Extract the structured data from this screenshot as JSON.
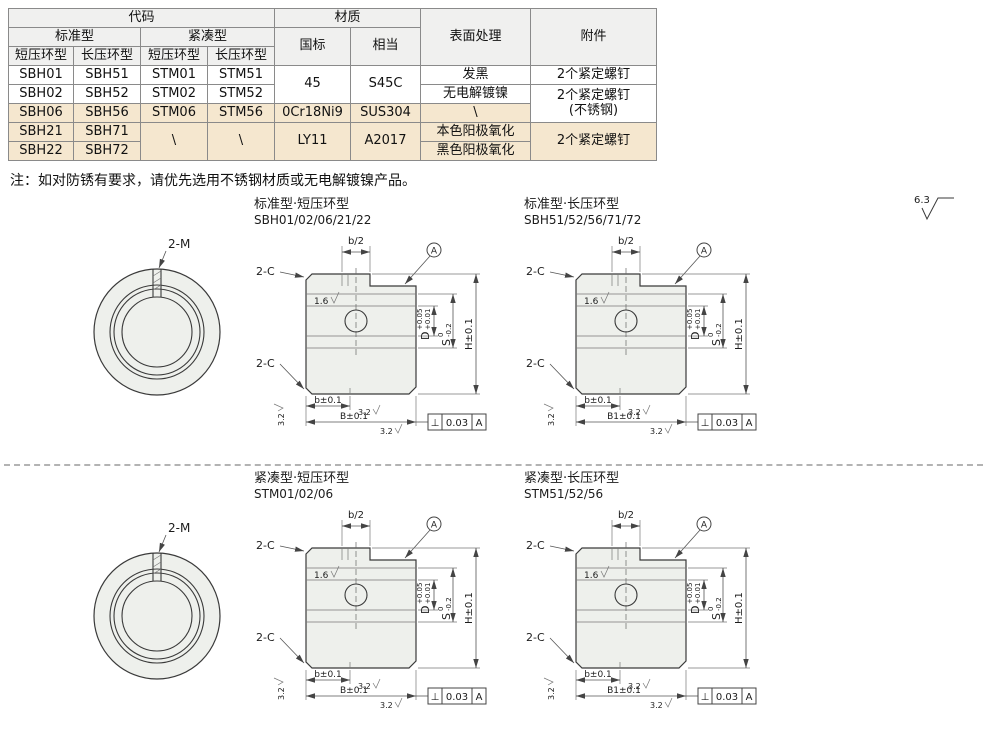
{
  "table": {
    "headers": {
      "code": "代码",
      "material": "材质",
      "standard": "标准型",
      "compact": "紧凑型",
      "short1": "短压环型",
      "long1": "长压环型",
      "short2": "短压环型",
      "long2": "长压环型",
      "gb": "国标",
      "equivalent": "相当",
      "surface": "表面处理",
      "accessory": "附件"
    },
    "rows": [
      {
        "std_short": "SBH01",
        "std_long": "SBH51",
        "cpt_short": "STM01",
        "cpt_long": "STM51",
        "surface": "发黑"
      },
      {
        "std_short": "SBH02",
        "std_long": "SBH52",
        "cpt_short": "STM02",
        "cpt_long": "STM52",
        "surface": "无电解镀镍"
      },
      {
        "std_short": "SBH06",
        "std_long": "SBH56",
        "cpt_short": "STM06",
        "cpt_long": "STM56",
        "surface": "\\"
      },
      {
        "std_short": "SBH21",
        "std_long": "SBH71",
        "cpt_short": "\\",
        "cpt_long": "\\",
        "surface": "本色阳极氧化"
      },
      {
        "std_short": "SBH22",
        "std_long": "SBH72",
        "surface": "黑色阳极氧化"
      }
    ],
    "materials": [
      {
        "gb": "45",
        "equivalent": "S45C"
      },
      {
        "gb": "0Cr18Ni9",
        "equivalent": "SUS304"
      },
      {
        "gb": "LY11",
        "equivalent": "A2017"
      }
    ],
    "accessories": {
      "row0": "2个紧定螺钉",
      "row12_line1": "2个紧定螺钉",
      "row12_line2": "(不锈钢)",
      "row34": "2个紧定螺钉"
    },
    "highlight_color": "#f5e7cf"
  },
  "note": "注：如对防锈有要求，请优先选用不锈钢材质或无电解镀镍产品。",
  "surface_note": "6.3",
  "drawings": {
    "std_short": {
      "title": "标准型·短压环型",
      "models": "SBH01/02/06/21/22",
      "dim_B": "B±0.1"
    },
    "std_long": {
      "title": "标准型·长压环型",
      "models": "SBH51/52/56/71/72",
      "dim_B": "B1±0.1"
    },
    "compact_short": {
      "title": "紧凑型·短压环型",
      "models": "STM01/02/06",
      "dim_B": "B±0.1"
    },
    "compact_long": {
      "title": "紧凑型·长压环型",
      "models": "STM51/52/56",
      "dim_B": "B1±0.1"
    }
  },
  "dims": {
    "m2": "2-M",
    "b_half": "b/2",
    "c2": "2-C",
    "datum": "A",
    "d": "D",
    "d_tol_hi": "+0.05",
    "d_tol_lo": "+0.01",
    "s": "S",
    "s_tol_hi": "0",
    "s_tol_lo": "-0.2",
    "h": "H±0.1",
    "b": "b±0.1",
    "r16": "1.6",
    "r32": "3.2",
    "perp": "⊥",
    "tol_value": "0.03",
    "tol_datum": "A"
  }
}
